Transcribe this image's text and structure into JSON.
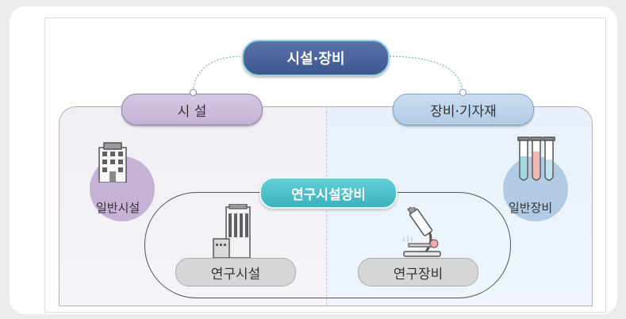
{
  "title": "시설·장비",
  "facility": {
    "label": "시 설",
    "general": "일반시설"
  },
  "equipment": {
    "label": "장비·기자재",
    "general": "일반장비"
  },
  "research": {
    "label": "연구시설장비",
    "facility": "연구시설",
    "equipment": "연구장비"
  },
  "icons": {
    "general_facility": "office-building-icon",
    "general_equipment": "test-tubes-icon",
    "research_facility": "research-building-icon",
    "research_equipment": "microscope-icon"
  },
  "colors": {
    "title_pill": "#4a6299",
    "facility": "#c6b2d6",
    "equipment": "#b2cbe5",
    "research": "#45bcc6"
  }
}
